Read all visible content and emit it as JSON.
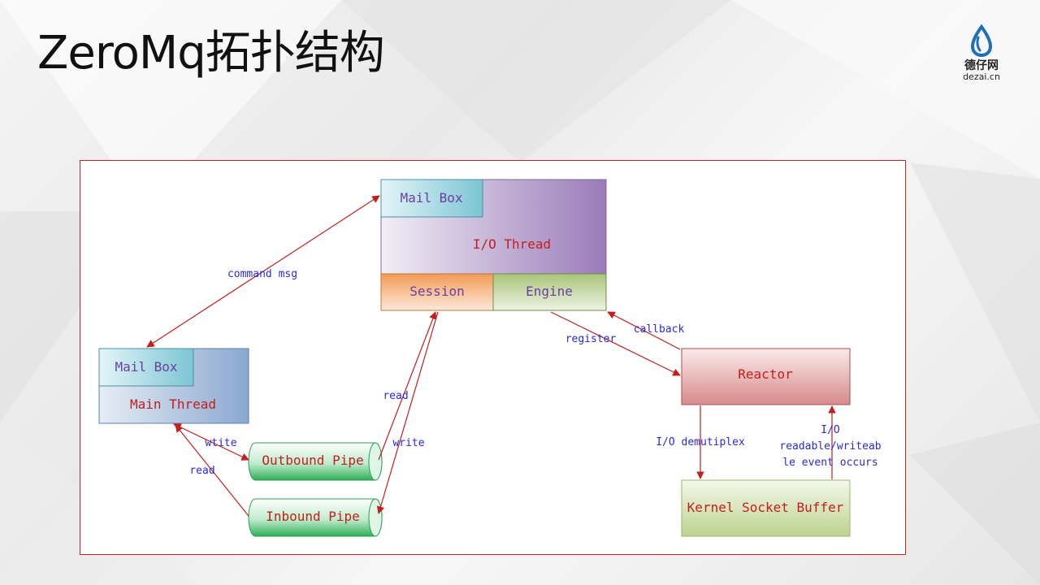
{
  "slide": {
    "title": "ZeroMq拓扑结构"
  },
  "logo": {
    "name": "德仔网",
    "domain": "dezai.cn"
  },
  "io_thread": {
    "mailbox_label": "Mail Box",
    "label": "I/O Thread",
    "session_label": "Session",
    "engine_label": "Engine"
  },
  "main_thread": {
    "mailbox_label": "Mail Box",
    "label": "Main Thread"
  },
  "pipes": {
    "outbound_label": "Outbound Pipe",
    "inbound_label": "Inbound Pipe"
  },
  "reactor": {
    "label": "Reactor"
  },
  "kernel_buffer": {
    "label": "Kernel Socket Buffer"
  },
  "edges": {
    "command_msg": "command msg",
    "main_write": "wtite",
    "main_read": "read",
    "session_read": "read",
    "session_write": "write",
    "callback": "callback",
    "register": "register",
    "demultiplex": "I/O demutiplex",
    "event_line1": "I/O",
    "event_line2": "readable/writeab",
    "event_line3": "le event occurs"
  },
  "colors": {
    "arrow": "#c41e1e",
    "edge_text": "#2a2ad6",
    "box_text": "#c41e1e",
    "mailbox_text": "#6a3fa0",
    "panel_border": "#cc2222"
  }
}
